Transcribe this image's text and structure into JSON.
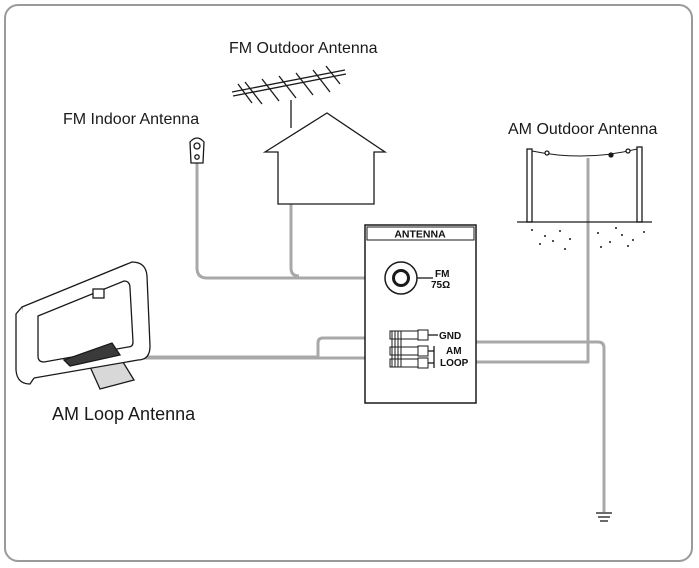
{
  "labels": {
    "fm_outdoor": "FM Outdoor Antenna",
    "fm_indoor": "FM Indoor Antenna",
    "am_outdoor": "AM Outdoor Antenna",
    "am_loop": "AM Loop Antenna"
  },
  "panel": {
    "title": "ANTENNA",
    "fm_label": "FM",
    "fm_impedance": "75Ω",
    "gnd_label": "GND",
    "am_label": "AM",
    "loop_label": "LOOP"
  },
  "colors": {
    "cable": "#a8a8a8",
    "line": "#1a1a1a",
    "frame": "#9a9a9a"
  }
}
